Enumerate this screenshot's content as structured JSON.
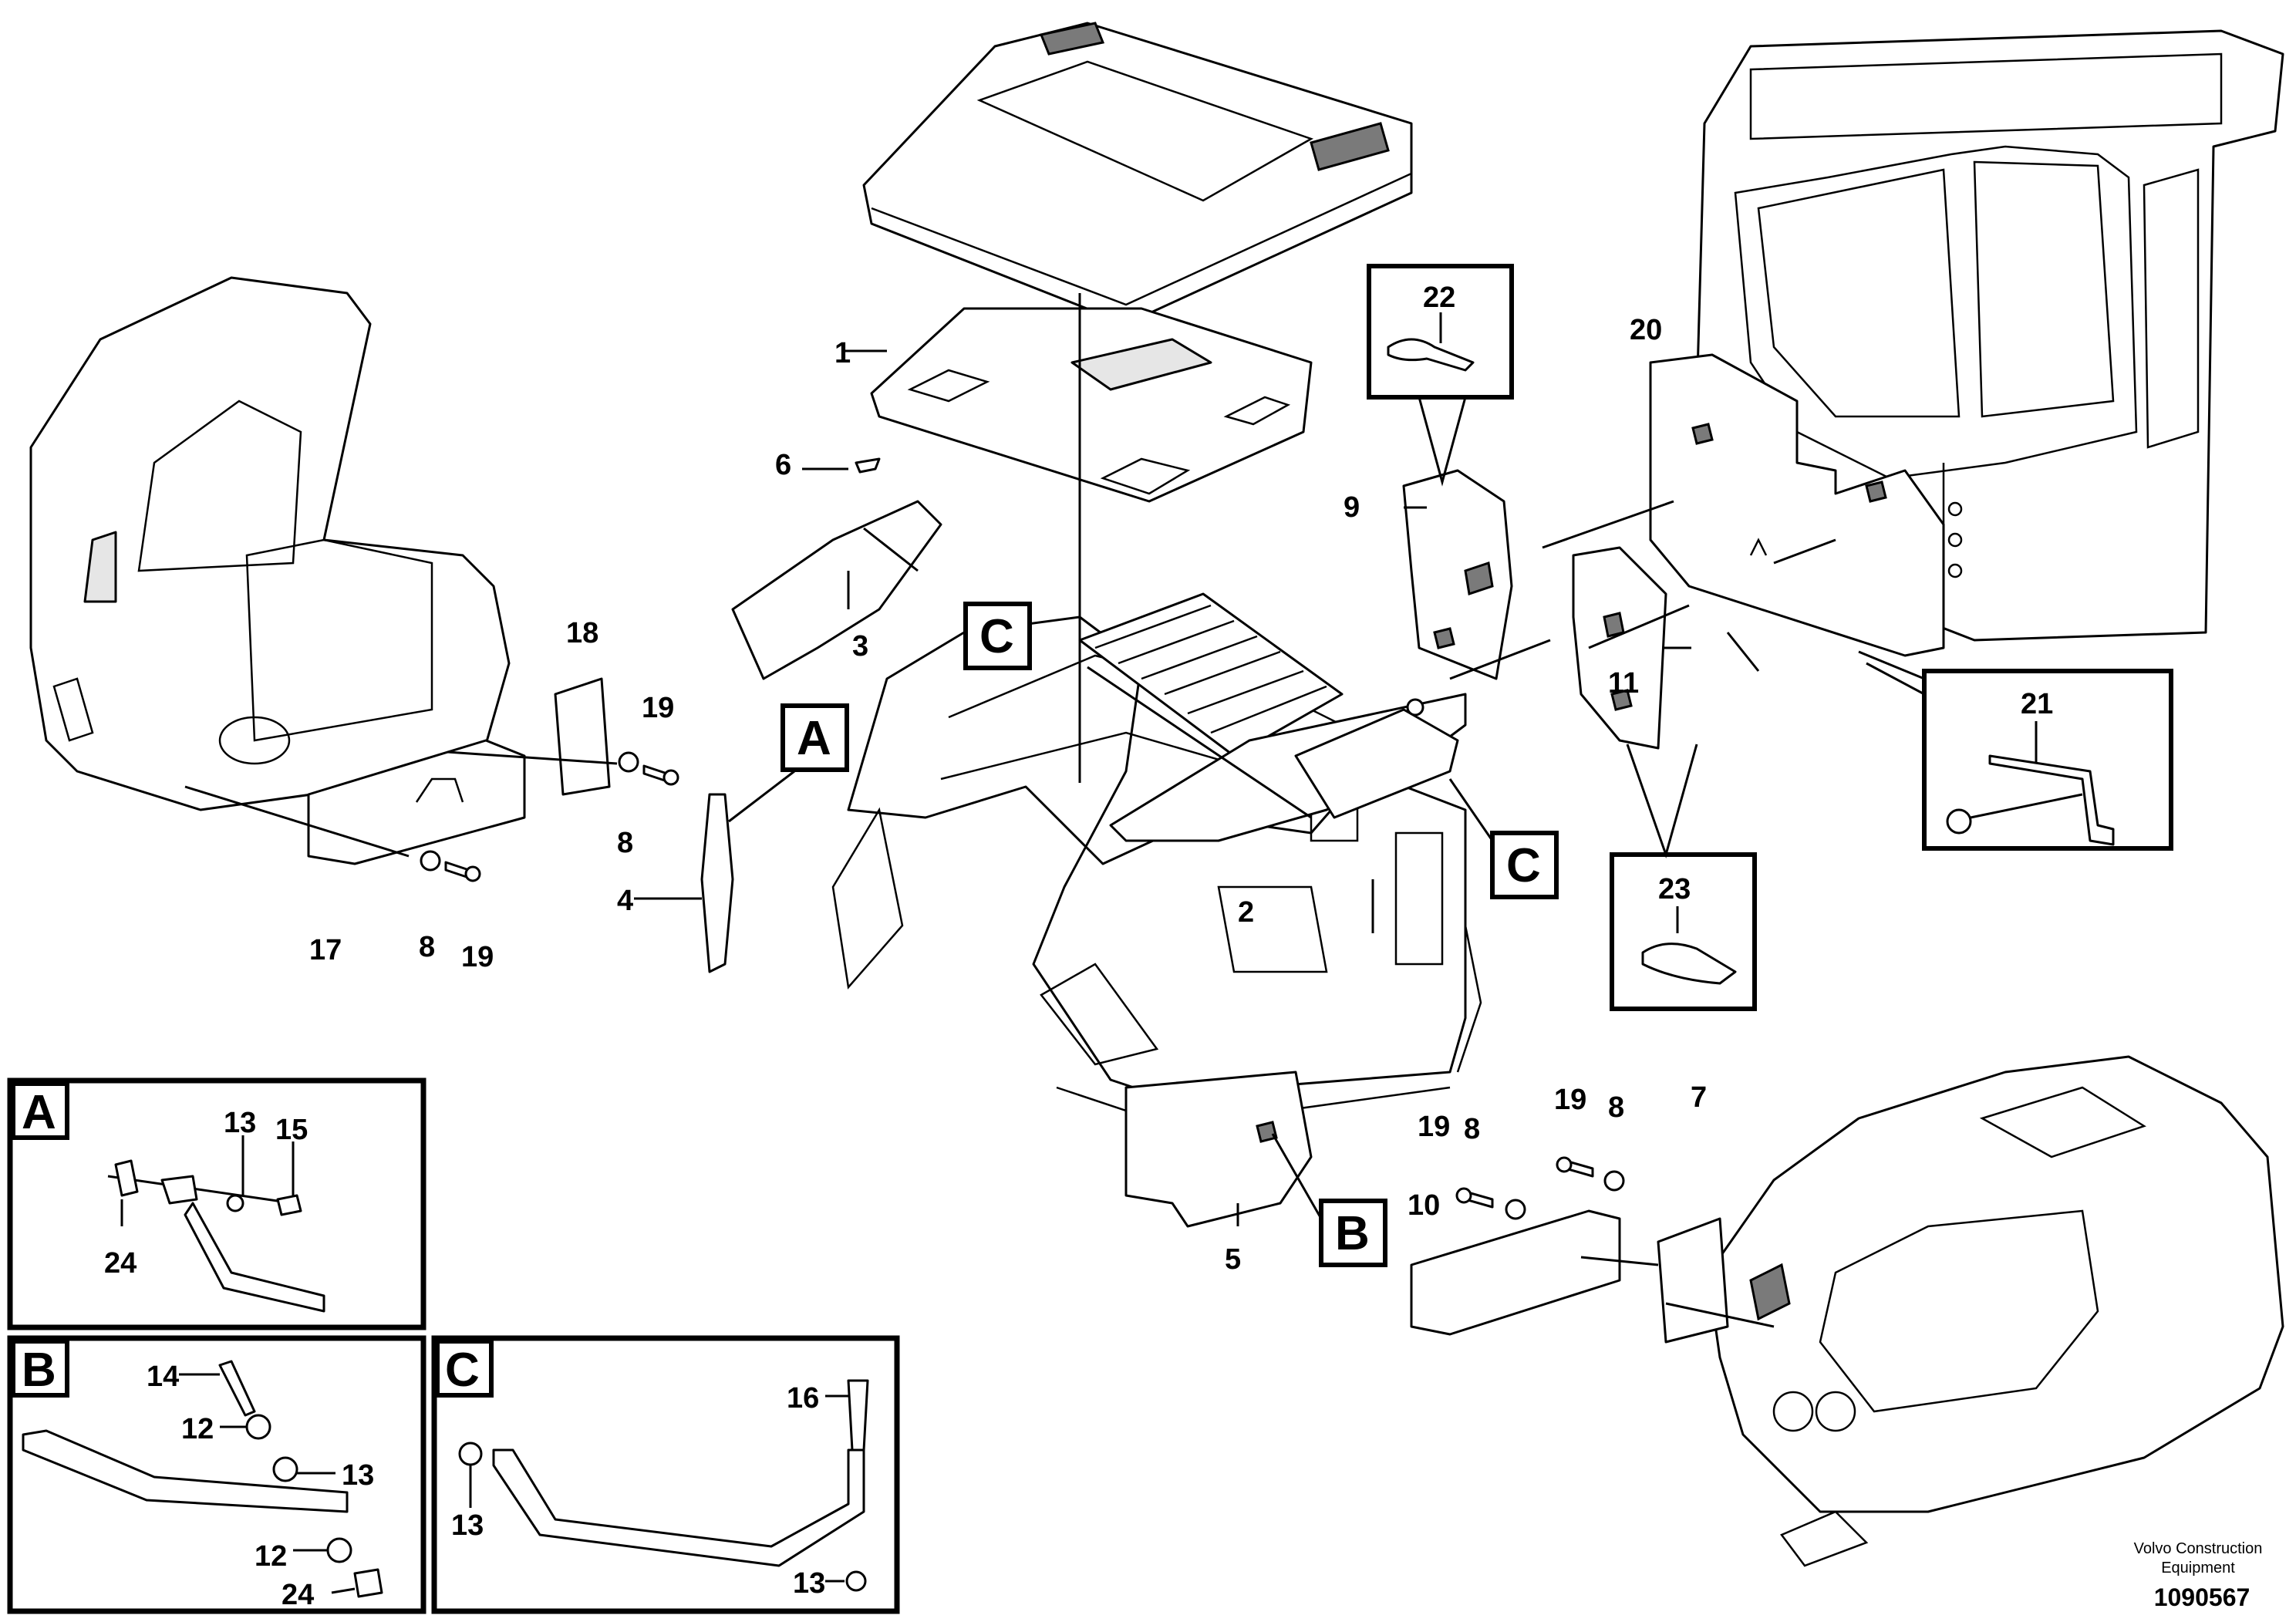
{
  "callouts": [
    "1",
    "2",
    "3",
    "4",
    "5",
    "6",
    "7",
    "8",
    "9",
    "10",
    "11",
    "12",
    "13",
    "14",
    "15",
    "16",
    "17",
    "18",
    "19",
    "20",
    "21",
    "22",
    "23",
    "24"
  ],
  "detail_letters": {
    "a": "A",
    "b": "B",
    "c": "C"
  },
  "footer": {
    "company_line1": "Volvo Construction",
    "company_line2": "Equipment",
    "doc_number": "1090567"
  }
}
